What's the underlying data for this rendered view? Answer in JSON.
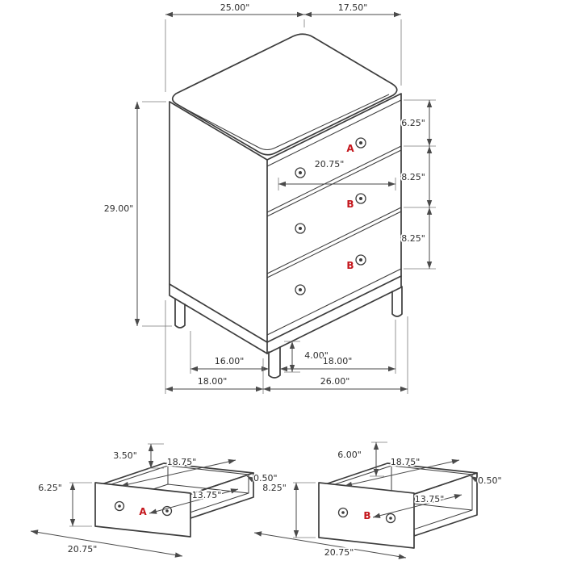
{
  "colors": {
    "line": "#3c3c3c",
    "dimension": "#4a4a4a",
    "part_label": "#c4161c",
    "background": "#ffffff"
  },
  "main": {
    "labels": {
      "a": "A",
      "b1": "B",
      "b2": "B"
    },
    "dims": {
      "top_depth": "25.00\"",
      "top_width": "17.50\"",
      "height": "29.00\"",
      "drawer_a_height": "6.25\"",
      "drawer_b1_height": "8.25\"",
      "drawer_b2_height": "8.25\"",
      "front_width": "20.75\"",
      "leg_height": "4.00\"",
      "base_front_left": "16.00\"",
      "base_front_right": "18.00\"",
      "base_side": "18.00\"",
      "base_front": "26.00\""
    }
  },
  "drawer_a": {
    "label": "A",
    "dims": {
      "side_height": "3.50\"",
      "depth": "18.75\"",
      "wall_thickness": "0.50\"",
      "inner_depth": "13.75\"",
      "front_height": "6.25\"",
      "front_width": "20.75\""
    }
  },
  "drawer_b": {
    "label": "B",
    "dims": {
      "side_height": "6.00\"",
      "depth": "18.75\"",
      "wall_thickness": "0.50\"",
      "inner_depth": "13.75\"",
      "front_height": "8.25\"",
      "front_width": "20.75\""
    }
  }
}
